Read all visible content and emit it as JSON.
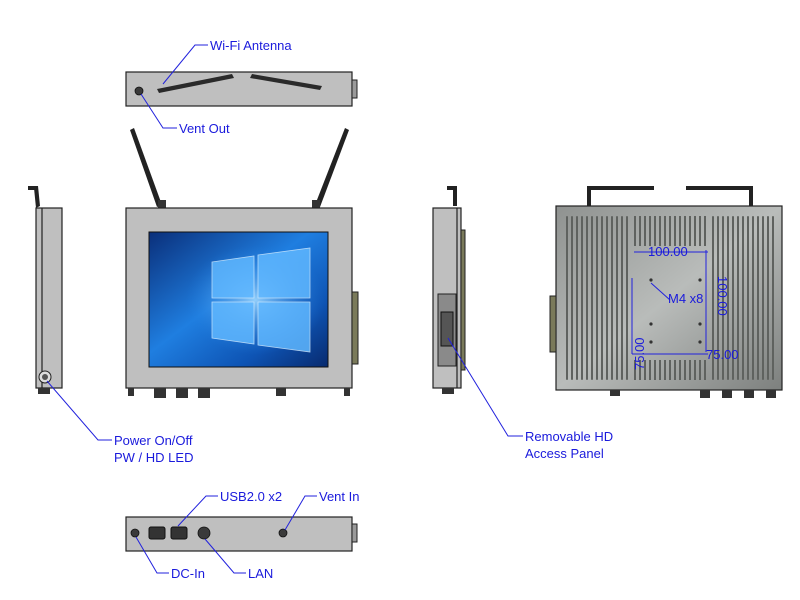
{
  "labels": {
    "wifi_antenna": "Wi-Fi Antenna",
    "vent_out": "Vent Out",
    "power_line1": "Power On/Off",
    "power_line2": "PW / HD LED",
    "removable_line1": "Removable HD",
    "removable_line2": "Access Panel",
    "usb": "USB2.0 x2",
    "vent_in": "Vent In",
    "dc_in": "DC-In",
    "lan": "LAN"
  },
  "dimensions": {
    "width_top": "100.00",
    "height_right": "100.00",
    "screws": "M4 x8",
    "height_left": "75.00",
    "width_bottom": "75.00"
  },
  "colors": {
    "label": "#1a1adc",
    "housing": "#bfbfbf",
    "outline": "#222222",
    "screen": "#0d5fb8"
  },
  "icons": {
    "screen_image": "windows-logo-wallpaper"
  }
}
